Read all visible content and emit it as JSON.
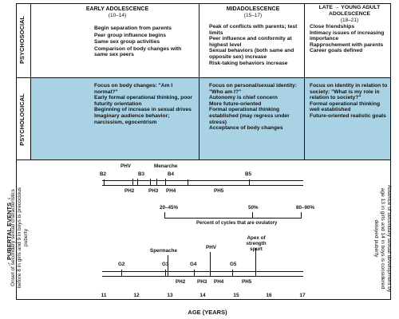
{
  "axis_title": "AGE (YEARS)",
  "axis_ticks": [
    "11",
    "12",
    "13",
    "14",
    "15",
    "16",
    "17"
  ],
  "row_labels": {
    "psychosocial": "PSYCHOSOCIAL",
    "psychological": "PSYCHOLOGICAL",
    "pubertal": "♂  PUBERTAL EVENTS  ♀"
  },
  "stages": [
    {
      "title": "EARLY ADOLESCENCE",
      "ages": "(10–14)",
      "psychosocial": [
        "Begin separation from parents",
        "Peer group influence begins",
        "Same sex group activities",
        "Comparison of body changes with same sex peers"
      ],
      "psychological": [
        "Focus on body changes: \"Am I normal?\"",
        "Early formal operational thinking, poor futurity orientation",
        "Beginning of increase in sexual drives",
        "Imaginary audience behavior; narcissism, egocentrism"
      ]
    },
    {
      "title": "MIDADOLESCENCE",
      "ages": "(15–17)",
      "psychosocial": [
        "Peak of conflicts with parents; test limits",
        "Peer influence and conformity at highest level",
        "Sexual behaviors (both same and opposite sex) increase",
        "Risk-taking behaviors increase"
      ],
      "psychological": [
        "Focus on personal/sexual identity: \"Who am I?\"",
        "Autonomy is chief concern",
        "More future-oriented",
        "Formal operational thinking established (may regress under stress)",
        "Acceptance of body changes"
      ]
    },
    {
      "title": "LATE → YOUNG ADULT ADOLESCENCE",
      "ages": "(18–21)",
      "psychosocial": [
        "Close friendships",
        "Intimacy issues of increasing importance",
        "Rapprochement with parents",
        "Career goals defined"
      ],
      "psychological": [
        "Focus on identity in relation to society: \"What is my role in relation to society?\"",
        "Formal operational thinking well established",
        "Future-oriented realistic goals"
      ]
    }
  ],
  "female_events_top": [
    "B2",
    "PHV",
    "B3",
    "Menarche",
    "B4",
    "B5"
  ],
  "female_events_bottom": [
    "PH2",
    "PH3",
    "PH4",
    "PH5"
  ],
  "ovulatory": {
    "low": "20–45%",
    "mid": "50%",
    "high": "80–90%",
    "label": "Percent of cycles that are ovulatory"
  },
  "male_events_top": [
    "G2",
    "Spermache",
    "G3",
    "G4",
    "PHV",
    "Apex of strength spurt",
    "G5"
  ],
  "male_events_bottom": [
    "PH2",
    "PH3",
    "PH4",
    "PH5"
  ],
  "left_note": "Onset of secondary sexual characteristics before 8 in girls and 9 in boys is precocious puberty",
  "right_note": "Absence of secondary sexual development by age 13 in girls and 14 in boys is considered delayed puberty"
}
